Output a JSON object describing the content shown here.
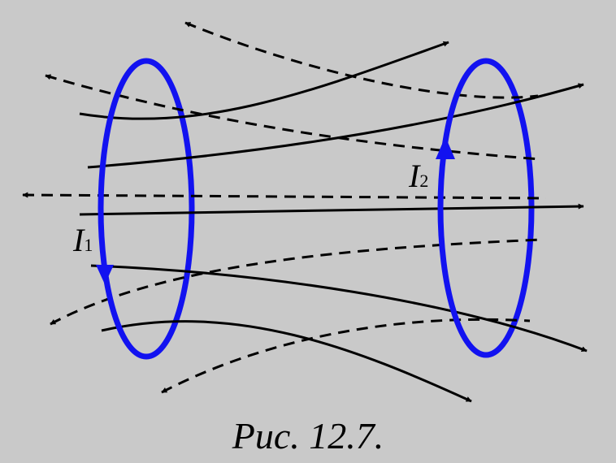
{
  "figure": {
    "caption": "Рис. 12.7.",
    "current_1": {
      "symbol": "I",
      "subscript": "1"
    },
    "current_2": {
      "symbol": "I",
      "subscript": "2"
    }
  },
  "colors": {
    "background": "#c9c9c9",
    "loop": "#1212f0",
    "field_line": "#000000"
  }
}
